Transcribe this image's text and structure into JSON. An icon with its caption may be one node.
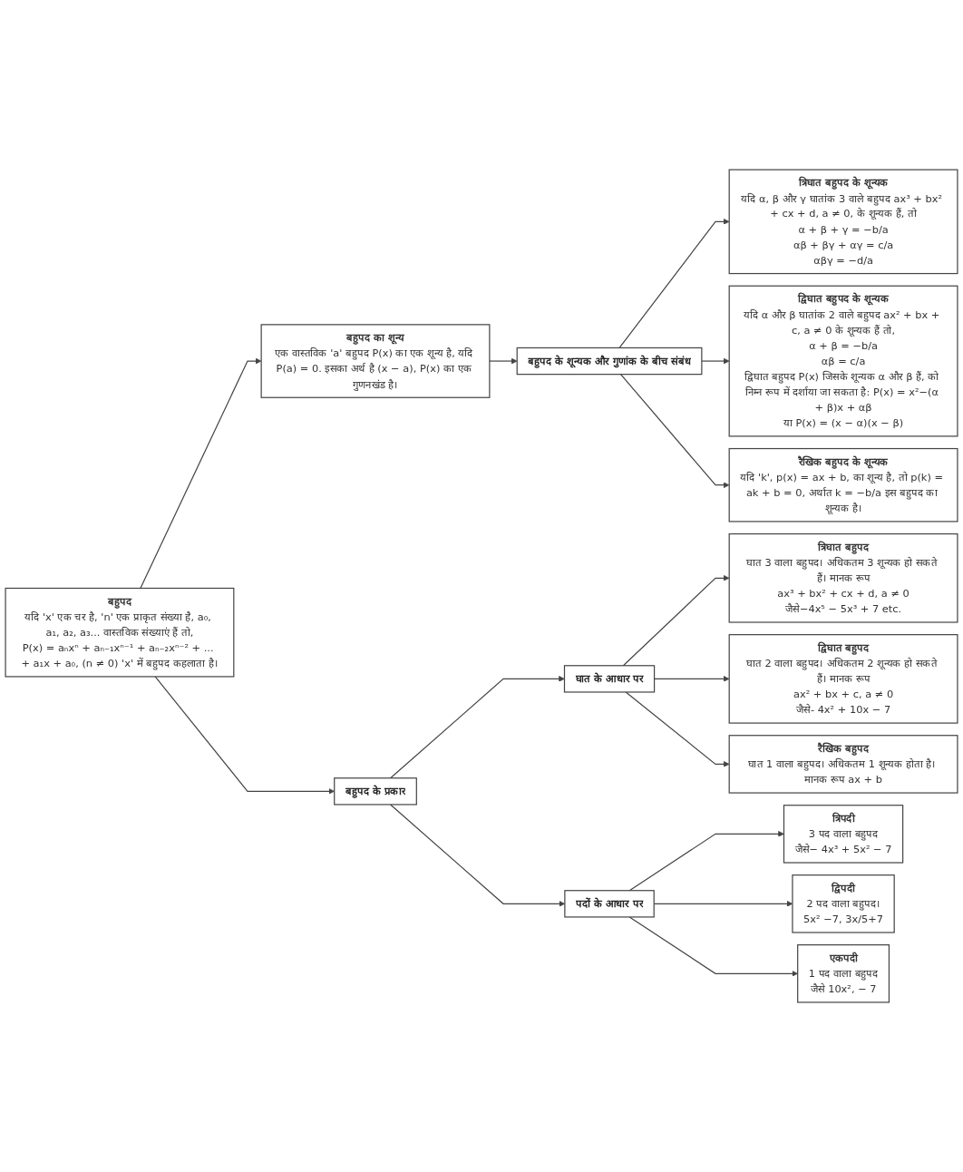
{
  "diagram": {
    "nodes": [
      {
        "text": [
          "बहुपद",
          "यदि 'x' एक चर है, 'n' एक प्राकृत संख्या है, a₀, a₁, a₂, a₃... वास्तविक संख्याएं हैं तो,",
          "P(x) = aₙxⁿ + aₙ₋₁xⁿ⁻¹ + aₙ₋₂xⁿ⁻² + ... + a₁x + a₀, (n ≠ 0) 'x' में बहुपद कहलाता है।"
        ]
      },
      {
        "text": [
          "बहुपद का शून्य",
          "एक वास्तविक 'a' बहुपद P(x) का एक शून्य है, यदि P(a) = 0. इसका अर्थ है (x − a), P(x) का एक गुणनखंड है।"
        ]
      },
      {
        "text": [
          "बहुपद के शून्यक और गुणांक के बीच संबंध"
        ]
      },
      {
        "text": [
          "त्रिघात बहुपद के शून्यक",
          "यदि α, β और γ घातांक 3 वाले बहुपद ax³ + bx² + cx + d, a ≠ 0, के शून्यक हैं, तो",
          "α + β + γ = −b/a",
          "αβ + βγ + αγ = c/a",
          "αβγ = −d/a"
        ]
      },
      {
        "text": [
          "द्विघात बहुपद के शून्यक",
          "यदि α और β घातांक 2 वाले बहुपद ax² + bx + c, a ≠ 0 के शून्यक हैं तो,",
          "α + β = −b/a",
          "αβ = c/a",
          "द्विघात बहुपद P(x) जिसके शून्यक α और β हैं, को निम्न रूप में दर्शाया जा सकता है: P(x) = x²−(α + β)x + αβ",
          "या P(x) = (x − α)(x − β)"
        ]
      },
      {
        "text": [
          "रैखिक बहुपद के शून्यक",
          "यदि 'k', p(x) = ax + b, का शून्य है, तो p(k) = ak + b = 0, अर्थात k = −b/a इस बहुपद का शून्यक है।"
        ]
      },
      {
        "text": [
          "बहुपद के प्रकार"
        ]
      },
      {
        "text": [
          "घात के आधार पर"
        ]
      },
      {
        "text": [
          "त्रिघात बहुपद",
          "घात 3 वाला बहुपद। अधिकतम 3 शून्यक हो सकते हैं। मानक रूप",
          "ax³ + bx² + cx + d, a ≠ 0",
          "जैसे−4x⁵ − 5x³ + 7 etc."
        ]
      },
      {
        "text": [
          "द्विघात बहुपद",
          "घात 2 वाला बहुपद। अधिकतम 2 शून्यक हो सकते हैं। मानक रूप",
          "ax² + bx + c, a ≠ 0",
          "जैसे- 4x² + 10x − 7"
        ]
      },
      {
        "text": [
          "रैखिक बहुपद",
          "घात 1 वाला बहुपद। अधिकतम 1 शून्यक होता है। मानक रूप ax + b"
        ]
      },
      {
        "text": [
          "पदों के आधार पर"
        ]
      },
      {
        "text": [
          "त्रिपदी",
          "3 पद वाला बहुपद",
          "जैसे− 4x³ + 5x² − 7"
        ]
      },
      {
        "text": [
          "द्विपदी",
          "2 पद वाला बहुपद।",
          "5x² −7, 3x/5+7"
        ]
      },
      {
        "text": [
          "एकपदी",
          "1 पद वाला बहुपद",
          "जैसे 10x², − 7"
        ]
      }
    ],
    "edges": [
      {
        "from": 0,
        "to": 1,
        "arrow": "to"
      },
      {
        "from": 0,
        "to": 6,
        "arrow": "to"
      },
      {
        "from": 1,
        "to": 2,
        "arrow": "to"
      },
      {
        "from": 2,
        "to": 3,
        "arrow": "to"
      },
      {
        "from": 2,
        "to": 4,
        "arrow": "to"
      },
      {
        "from": 2,
        "to": 5,
        "arrow": "to"
      },
      {
        "from": 6,
        "to": 7,
        "arrow": "to"
      },
      {
        "from": 6,
        "to": 11,
        "arrow": "to"
      },
      {
        "from": 7,
        "to": 8,
        "arrow": "to"
      },
      {
        "from": 7,
        "to": 9,
        "arrow": "to"
      },
      {
        "from": 7,
        "to": 10,
        "arrow": "to"
      },
      {
        "from": 11,
        "to": 12,
        "arrow": "to"
      },
      {
        "from": 11,
        "to": 13,
        "arrow": "to"
      },
      {
        "from": 11,
        "to": 14,
        "arrow": "to"
      }
    ]
  }
}
